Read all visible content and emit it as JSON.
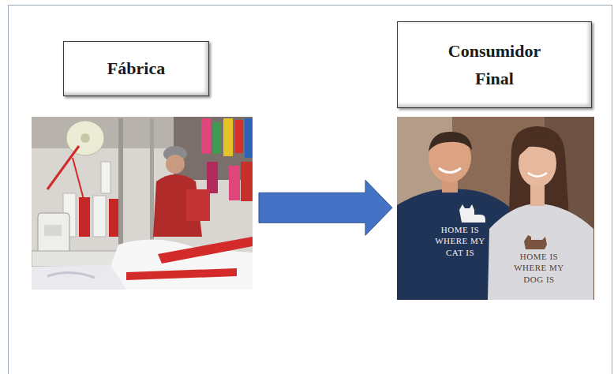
{
  "diagram": {
    "nodes": [
      {
        "text": [
          "Fábrica"
        ]
      },
      {
        "text": [
          "Consumidor Final"
        ]
      }
    ],
    "edges": [
      {
        "from": 0,
        "to": 1,
        "arrow": "to"
      }
    ],
    "labels": [
      "HOME IS WHERE MY CAT IS",
      "HOME IS WHERE MY DOG IS"
    ]
  }
}
